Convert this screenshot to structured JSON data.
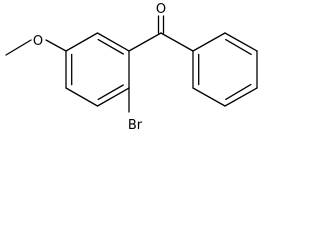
{
  "atom_labels": {
    "carbonyl_oxygen": "O",
    "ether_oxygen": "O",
    "bromine": "Br"
  },
  "colors": {
    "background": "#ffffff",
    "bonds": "#000000",
    "text": "#000000"
  }
}
